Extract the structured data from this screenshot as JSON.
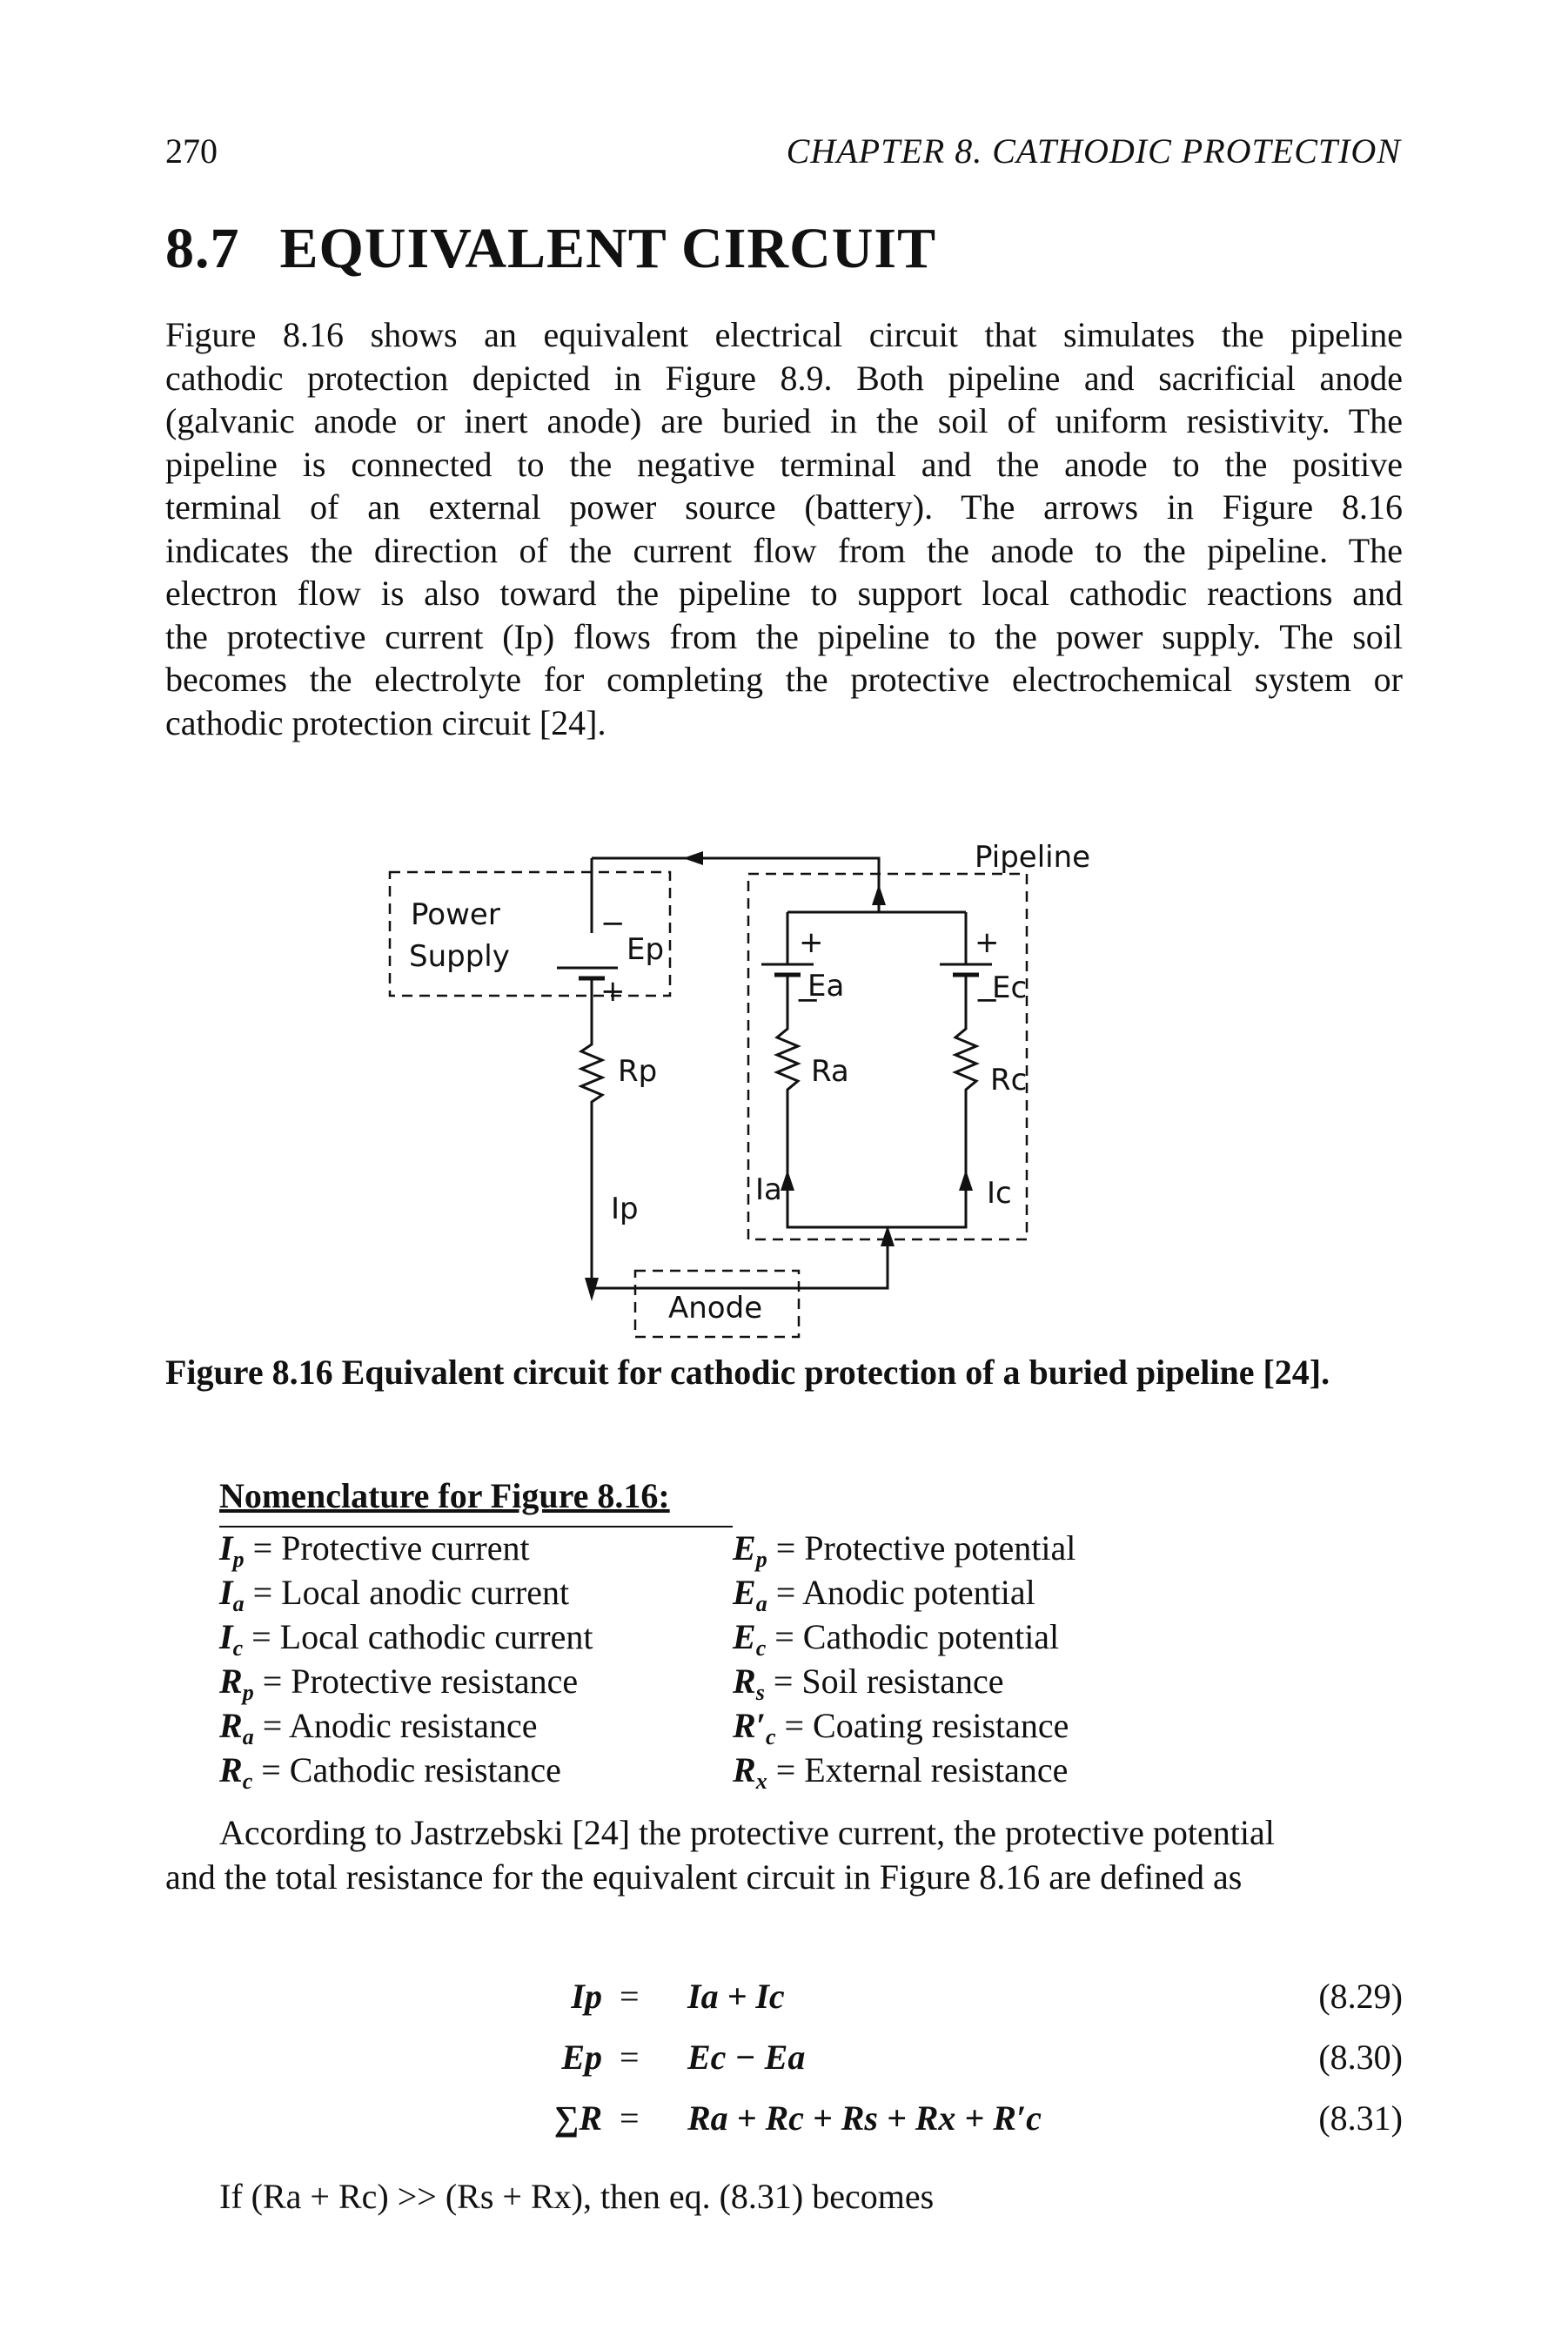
{
  "header": {
    "page_number": "270",
    "chapter": "CHAPTER 8.  CATHODIC PROTECTION"
  },
  "section": {
    "number": "8.7",
    "title": "EQUIVALENT CIRCUIT"
  },
  "intro_lines": [
    "Figure 8.16 shows an equivalent electrical circuit that simulates the pipeline",
    "cathodic protection depicted in Figure 8.9. Both pipeline and sacrificial anode",
    "(galvanic anode or inert anode) are buried in the soil of uniform resistivity. The",
    "pipeline is connected to the negative terminal and the anode to the positive",
    "terminal of an external power source (battery). The arrows in Figure 8.16",
    "indicates the direction of the current flow from the anode to the pipeline. The",
    "electron flow is also toward the pipeline to support local cathodic reactions and",
    "the protective current (Ip) flows from the pipeline to the power supply. The soil",
    "becomes the electrolyte for completing the protective electrochemical system or",
    "cathodic protection circuit [24]."
  ],
  "figure": {
    "labels": {
      "pipeline": "Pipeline",
      "power": "Power",
      "supply": "Supply",
      "ep": "Ep",
      "ea": "Ea",
      "ec": "Ec",
      "rp": "Rp",
      "ra": "Ra",
      "rc": "Rc",
      "ip": "Ip",
      "ia": "Ia",
      "ic": "Ic",
      "anode": "Anode",
      "plus": "+",
      "minus": "−"
    },
    "caption": "Figure 8.16 Equivalent circuit for cathodic protection of a buried pipeline [24]."
  },
  "nomenclature": {
    "title": "Nomenclature for Figure 8.16:",
    "rows": [
      {
        "ls": "I",
        "lsub": "p",
        "ldef": "= Protective  current",
        "rs": "E",
        "rsub": "p",
        "rdef": "= Protective potential"
      },
      {
        "ls": "I",
        "lsub": "a",
        "ldef": "= Local anodic current",
        "rs": "E",
        "rsub": "a",
        "rdef": "= Anodic potential"
      },
      {
        "ls": "I",
        "lsub": "c",
        "ldef": "= Local cathodic current",
        "rs": "E",
        "rsub": "c",
        "rdef": "= Cathodic potential"
      },
      {
        "ls": "R",
        "lsub": "p",
        "ldef": "= Protective resistance",
        "rs": "R",
        "rsub": "s",
        "rdef": "= Soil resistance"
      },
      {
        "ls": "R",
        "lsub": "a",
        "ldef": "= Anodic resistance",
        "rs": "R′",
        "rsub": "c",
        "rdef": "= Coating resistance"
      },
      {
        "ls": "R",
        "lsub": "c",
        "ldef": "= Cathodic resistance",
        "rs": "R",
        "rsub": "x",
        "rdef": "= External resistance"
      }
    ]
  },
  "after_lines": [
    "According to Jastrzebski [24] the protective current, the protective potential",
    "and the total resistance for the equivalent circuit in Figure 8.16 are defined as"
  ],
  "equations": [
    {
      "lhs": "Ip",
      "eq": "=",
      "rhs": "Ia + Ic",
      "num": "(8.29)"
    },
    {
      "lhs": "Ep",
      "eq": "=",
      "rhs": "Ec − Ea",
      "num": "(8.30)"
    },
    {
      "lhs": "∑R",
      "eq": "=",
      "rhs": "Ra + Rc + Rs + Rx + R′c",
      "num": "(8.31)"
    }
  ],
  "closing": "If (Ra + Rc) >> (Rs + Rx), then eq. (8.31) becomes"
}
